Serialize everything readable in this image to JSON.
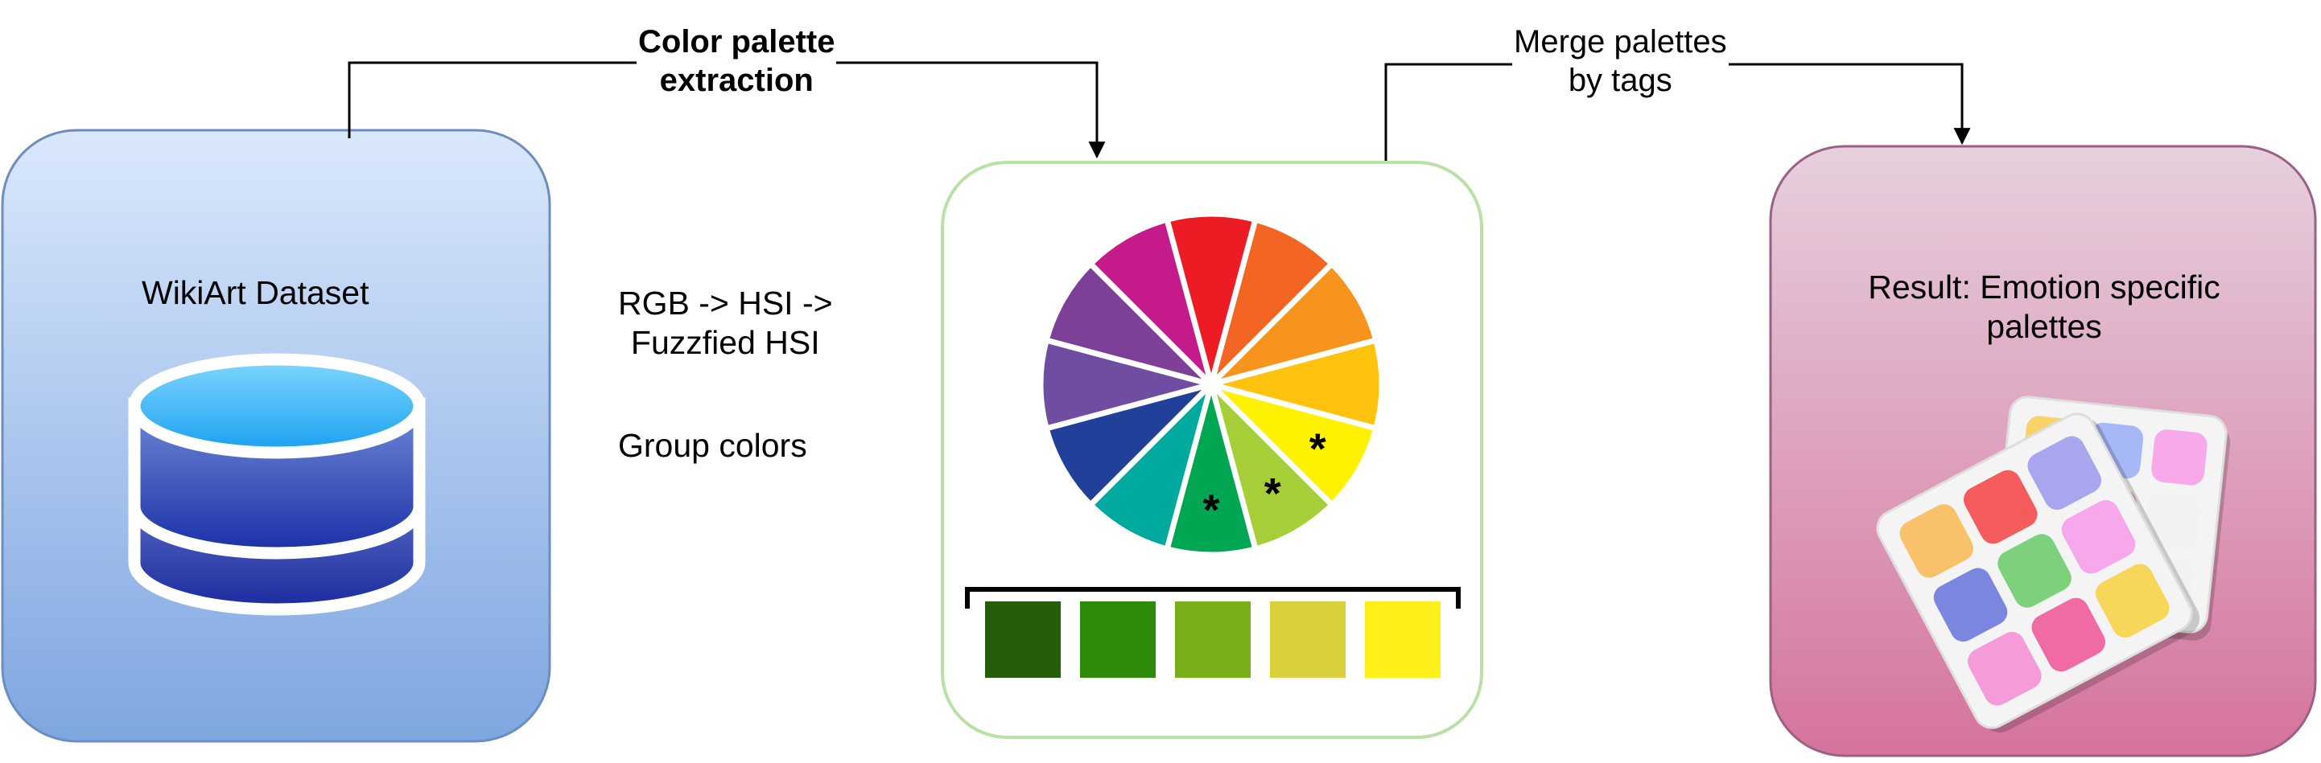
{
  "nodes": {
    "dataset": {
      "label": "WikiArt Dataset"
    },
    "palette": {
      "label": ""
    },
    "result": {
      "line1": "Result: Emotion specific",
      "line2": "palettes"
    }
  },
  "edges": {
    "extraction": {
      "line1": "Color palette",
      "line2": "extraction"
    },
    "merge": {
      "line1": "Merge palettes",
      "line2": "by tags"
    }
  },
  "notes": {
    "conversion_line1": "RGB -> HSI ->",
    "conversion_line2": "Fuzzfied HSI",
    "group": "Group colors"
  },
  "color_wheel": {
    "segments": [
      "#ed1c24",
      "#f26522",
      "#f7941d",
      "#ffc20e",
      "#fff200",
      "#a6ce39",
      "#00a651",
      "#00a99d",
      "#21409a",
      "#6f4ea1",
      "#7d3f98",
      "#c51b8a"
    ],
    "marked": [
      "*",
      "*",
      "*"
    ]
  },
  "palette_swatches": [
    "#255e0a",
    "#2e8b0a",
    "#78ae1a",
    "#d9d03b",
    "#fff019"
  ],
  "palette_icon": {
    "front_tiles": [
      "#f9c26a",
      "#f45b5b",
      "#a9a6f0",
      "#7b86de",
      "#7dd17d",
      "#f7a8ec",
      "#f59bd8",
      "#f06ba6",
      "#f7d75a"
    ],
    "back_tiles": [
      "#f8d36b",
      "#a7b8f7",
      "#f7a9eb",
      "#f7c25a",
      "#f5a0d6"
    ]
  },
  "colors": {
    "dataset_border": "#6c8ebf",
    "palette_border": "#b9e0a5",
    "result_border": "#996185",
    "db_top": "#3bb6f6",
    "db_bottom": "#1e34a8"
  }
}
